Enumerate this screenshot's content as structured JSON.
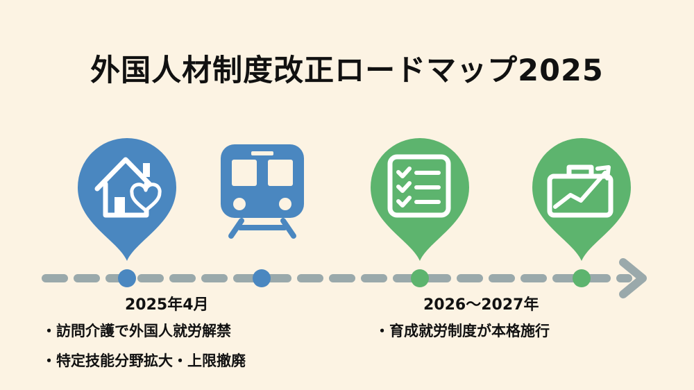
{
  "title": "外国人材制度改正ロードマップ2025",
  "colors": {
    "background": "#fcf3e3",
    "blue": "#4a87c0",
    "green": "#5db46e",
    "timeline": "#9aa9ab",
    "text": "#111111"
  },
  "milestones": [
    {
      "icons": [
        "home-heart-icon",
        "train-icon"
      ],
      "color": "blue",
      "date": "2025年4月",
      "items": [
        "・訪問介護で外国人就労解禁",
        "・特定技能分野拡大・上限撤廃"
      ]
    },
    {
      "icons": [
        "checklist-icon",
        "briefcase-growth-icon"
      ],
      "color": "green",
      "date": "2026〜2027年",
      "items": [
        "・育成就労制度が本格施行"
      ]
    }
  ]
}
